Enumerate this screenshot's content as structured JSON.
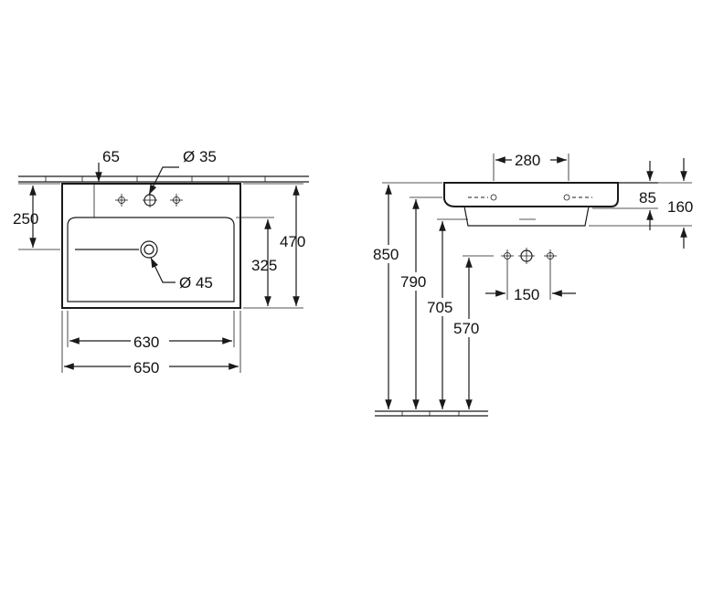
{
  "top_view": {
    "dims": {
      "tap_offset": "65",
      "tap_hole": "Ø 35",
      "front_to_tap": "250",
      "depth_total": "470",
      "bowl_depth": "325",
      "waste": "Ø 45",
      "inner_width": "630",
      "outer_width": "650"
    }
  },
  "side_view": {
    "dims": {
      "tap_spacing_top": "280",
      "rim_height": "85",
      "overall_height": "160",
      "height_850": "850",
      "height_790": "790",
      "height_705": "705",
      "height_570": "570",
      "tap_spacing": "150"
    }
  },
  "icons": [
    "tap-hole-icon",
    "waste-outlet-icon",
    "arrow-icon"
  ]
}
